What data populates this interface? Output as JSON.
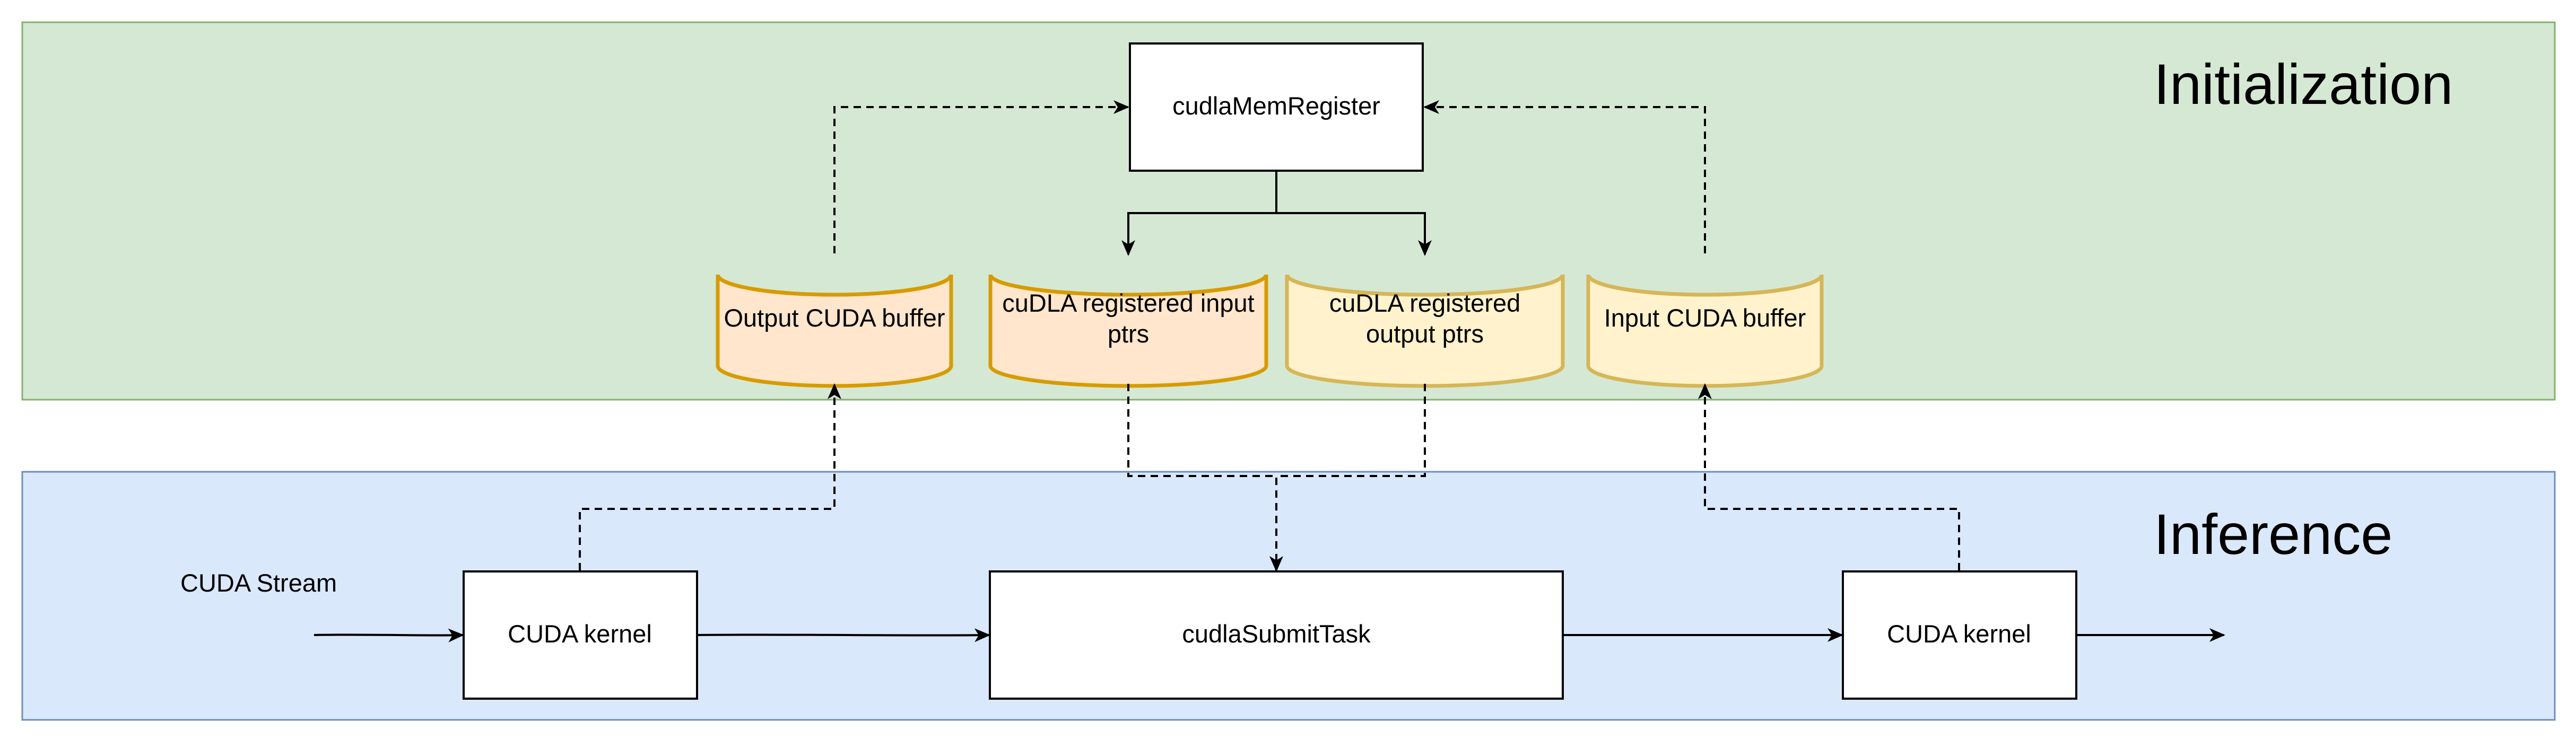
{
  "sections": {
    "initialization": {
      "title": "Initialization",
      "fill": "#d5e8d4",
      "stroke": "#82b366"
    },
    "inference": {
      "title": "Inference",
      "fill": "#dae8fc",
      "stroke": "#6c8ebf"
    }
  },
  "nodes": {
    "mem_register": {
      "label": "cudlaMemRegister"
    },
    "output_cuda_buffer": {
      "label": "Output CUDA buffer",
      "fill": "#ffe6cc",
      "stroke": "#d79b00"
    },
    "registered_input": {
      "label_line1": "cuDLA registered input",
      "label_line2": "ptrs",
      "fill": "#ffe6cc",
      "stroke": "#d79b00"
    },
    "registered_output": {
      "label_line1": "cuDLA registered",
      "label_line2": "output ptrs",
      "fill": "#fff2cc",
      "stroke": "#d6b656"
    },
    "input_cuda_buffer": {
      "label": "Input CUDA buffer",
      "fill": "#fff2cc",
      "stroke": "#d6b656"
    },
    "cuda_stream": {
      "label": "CUDA Stream"
    },
    "cuda_kernel_1": {
      "label": "CUDA kernel"
    },
    "submit_task": {
      "label": "cudlaSubmitTask"
    },
    "cuda_kernel_2": {
      "label": "CUDA kernel"
    }
  }
}
